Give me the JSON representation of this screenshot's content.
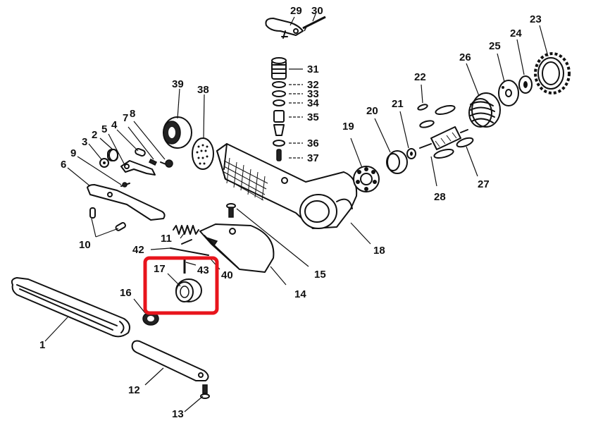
{
  "diagram": {
    "highlight_color": "#e8141c",
    "callouts": [
      {
        "id": "1",
        "text": "1"
      },
      {
        "id": "2",
        "text": "2"
      },
      {
        "id": "3",
        "text": "3"
      },
      {
        "id": "4",
        "text": "4"
      },
      {
        "id": "5",
        "text": "5"
      },
      {
        "id": "6",
        "text": "6"
      },
      {
        "id": "7",
        "text": "7"
      },
      {
        "id": "8",
        "text": "8"
      },
      {
        "id": "9",
        "text": "9"
      },
      {
        "id": "10",
        "text": "10"
      },
      {
        "id": "11",
        "text": "11"
      },
      {
        "id": "12",
        "text": "12"
      },
      {
        "id": "13",
        "text": "13"
      },
      {
        "id": "14",
        "text": "14"
      },
      {
        "id": "15",
        "text": "15"
      },
      {
        "id": "16",
        "text": "16"
      },
      {
        "id": "17",
        "text": "17"
      },
      {
        "id": "18",
        "text": "18"
      },
      {
        "id": "19",
        "text": "19"
      },
      {
        "id": "20",
        "text": "20"
      },
      {
        "id": "21",
        "text": "21"
      },
      {
        "id": "22",
        "text": "22"
      },
      {
        "id": "23",
        "text": "23"
      },
      {
        "id": "24",
        "text": "24"
      },
      {
        "id": "25",
        "text": "25"
      },
      {
        "id": "26",
        "text": "26"
      },
      {
        "id": "27",
        "text": "27"
      },
      {
        "id": "28",
        "text": "28"
      },
      {
        "id": "29",
        "text": "29"
      },
      {
        "id": "30",
        "text": "30"
      },
      {
        "id": "31",
        "text": "31"
      },
      {
        "id": "32",
        "text": "32"
      },
      {
        "id": "33",
        "text": "33"
      },
      {
        "id": "34",
        "text": "34"
      },
      {
        "id": "35",
        "text": "35"
      },
      {
        "id": "36",
        "text": "36"
      },
      {
        "id": "37",
        "text": "37"
      },
      {
        "id": "38",
        "text": "38"
      },
      {
        "id": "39",
        "text": "39"
      },
      {
        "id": "40",
        "text": "40"
      },
      {
        "id": "42",
        "text": "42"
      },
      {
        "id": "43",
        "text": "43"
      }
    ]
  }
}
